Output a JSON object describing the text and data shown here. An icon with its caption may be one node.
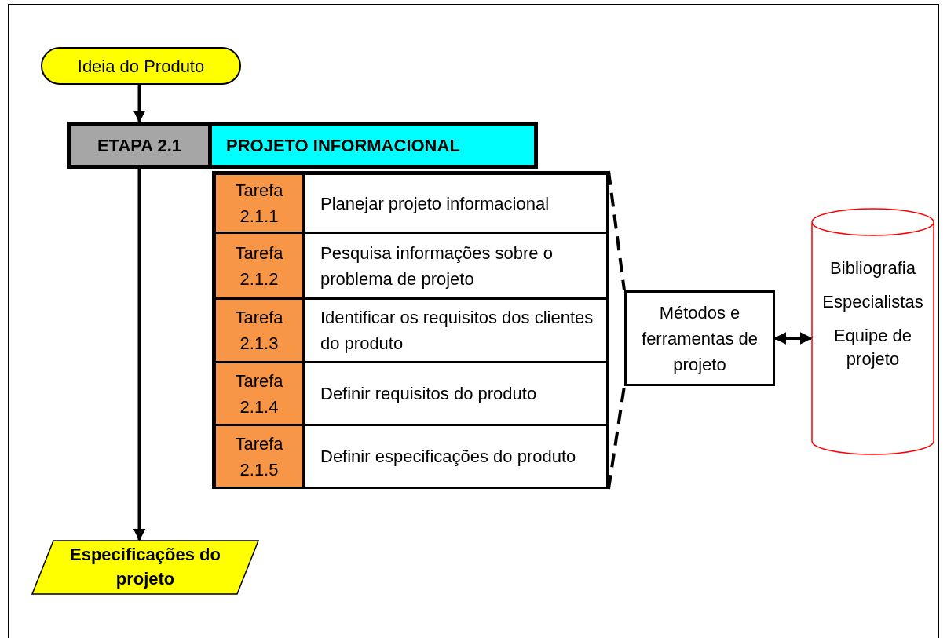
{
  "diagram": {
    "nodes": [
      {
        "text": [
          "Ideia do Produto"
        ]
      },
      {
        "text": [
          "ETAPA 2.1"
        ]
      },
      {
        "text": [
          "PROJETO INFORMACIONAL"
        ]
      },
      {
        "text": [
          "Tarefa 2.1.1"
        ]
      },
      {
        "text": [
          "Planejar projeto informacional"
        ]
      },
      {
        "text": [
          "Tarefa 2.1.2"
        ]
      },
      {
        "text": [
          "Pesquisa informações sobre o problema de projeto"
        ]
      },
      {
        "text": [
          "Tarefa 2.1.3"
        ]
      },
      {
        "text": [
          "Identificar os requisitos dos clientes do produto"
        ]
      },
      {
        "text": [
          "Tarefa 2.1.4"
        ]
      },
      {
        "text": [
          "Definir requisitos do produto"
        ]
      },
      {
        "text": [
          "Tarefa 2.1.5"
        ]
      },
      {
        "text": [
          "Definir especificações do produto"
        ]
      },
      {
        "text": [
          "Métodos e ferramentas de projeto"
        ]
      },
      {
        "text": [
          "Bibliografia",
          "Especialistas",
          "Equipe de projeto"
        ]
      },
      {
        "text": [
          "Especificações do projeto"
        ]
      }
    ],
    "edges": [
      {
        "from": 0,
        "to": 1,
        "arrow": "to"
      },
      {
        "from": 1,
        "to": 15,
        "arrow": "to"
      },
      {
        "from": 13,
        "to": 14,
        "arrow": "both"
      }
    ]
  }
}
